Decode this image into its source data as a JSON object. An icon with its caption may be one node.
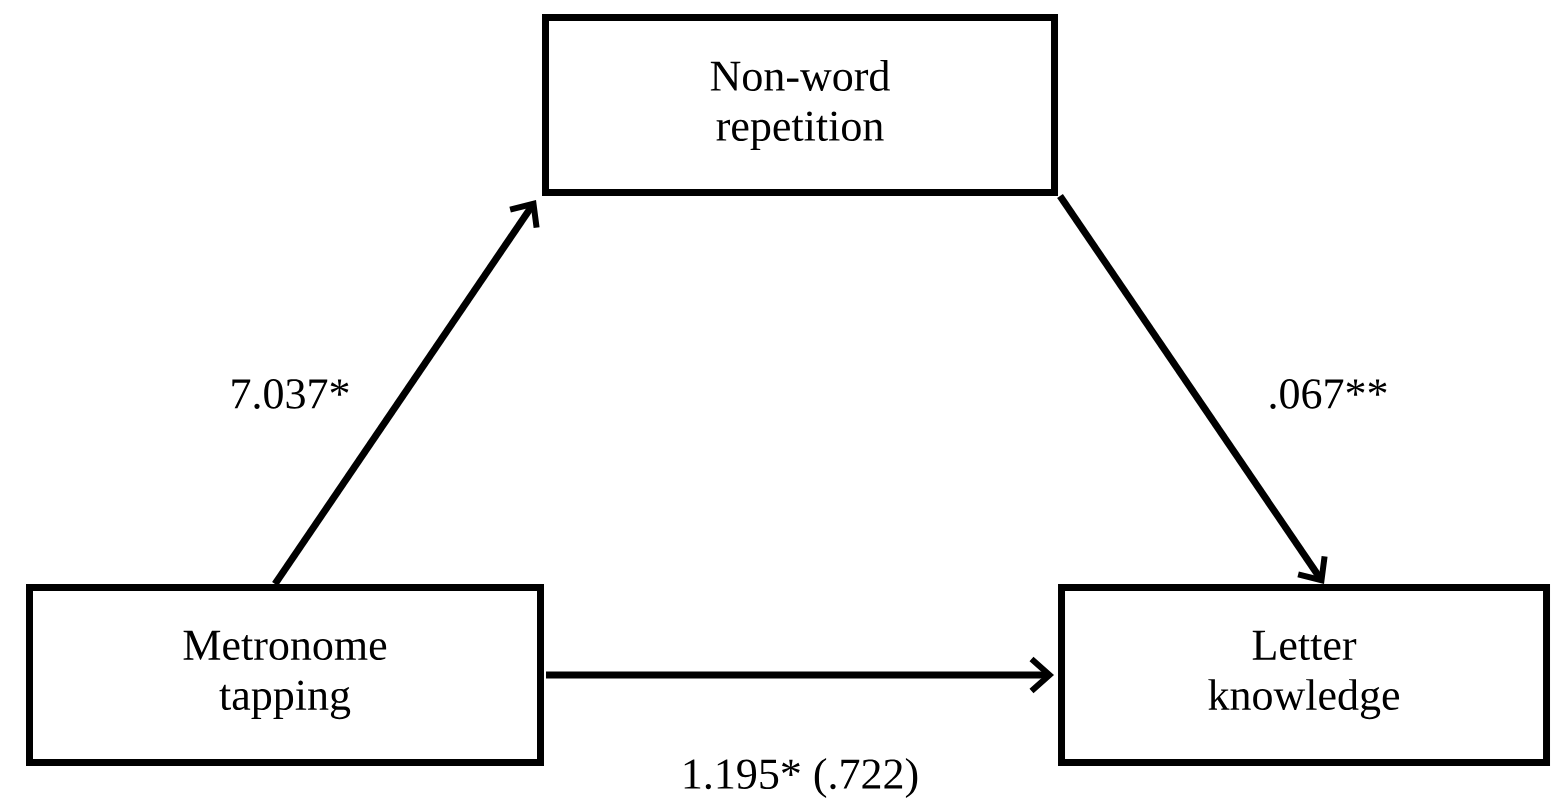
{
  "diagram": {
    "nodes": [
      {
        "text": [
          "Non-word repetition"
        ]
      },
      {
        "text": [
          "Metronome tapping"
        ]
      },
      {
        "text": [
          "Letter knowledge"
        ]
      }
    ],
    "edges": [
      {
        "from": 1,
        "to": 0,
        "arrow": "to",
        "label": "7.037*"
      },
      {
        "from": 0,
        "to": 2,
        "arrow": "to",
        "label": ".067**"
      },
      {
        "from": 1,
        "to": 2,
        "arrow": "to",
        "label": "1.195* (.722)"
      }
    ]
  }
}
